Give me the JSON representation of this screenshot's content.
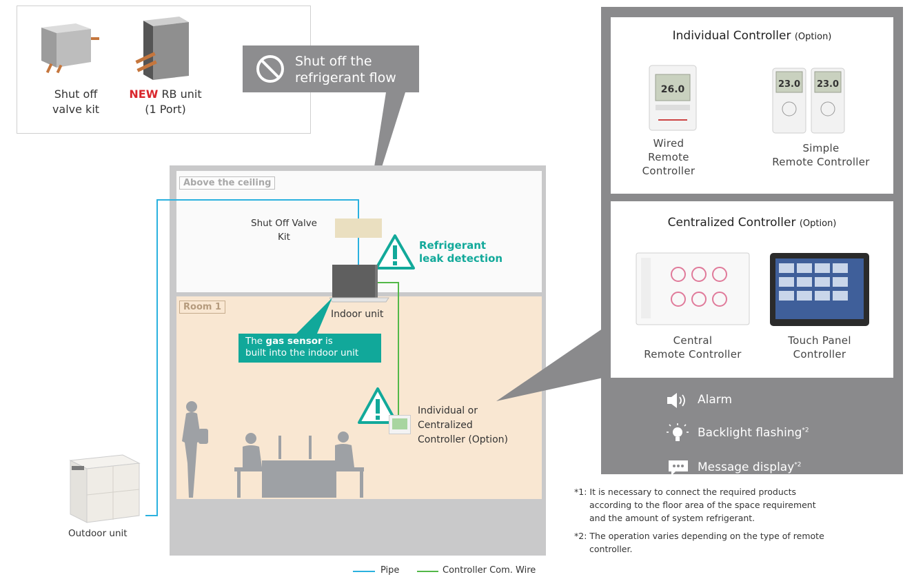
{
  "products": {
    "shut_off_valve_kit": "Shut off\nvalve kit",
    "rb_unit_new": "NEW",
    "rb_unit_name": "RB unit",
    "rb_unit_port": "(1 Port)"
  },
  "callout": {
    "line1": "Shut off the",
    "line2": "refrigerant flow",
    "icon": "prohibited-icon"
  },
  "zones": {
    "ceiling": "Above the ceiling",
    "room": "Room 1"
  },
  "labels": {
    "shut_off_valve_kit_line1": "Shut Off Valve",
    "shut_off_valve_kit_line2": "Kit",
    "leak_line1": "Refrigerant",
    "leak_line2": "leak detection",
    "indoor_unit": "Indoor unit",
    "sensor_pre": "The ",
    "sensor_bold": "gas sensor",
    "sensor_post": " is",
    "sensor_line2": "built into the indoor unit",
    "controller_line1": "Individual or",
    "controller_line2": "Centralized",
    "controller_line3": "Controller (Option)",
    "outdoor_unit": "Outdoor unit"
  },
  "legend": {
    "pipe": "Pipe",
    "wire": "Controller Com. Wire"
  },
  "panel": {
    "individual_title": "Individual Controller",
    "individual_option": "(Option)",
    "wired_line1": "Wired",
    "wired_line2": "Remote Controller",
    "simple_line1": "Simple",
    "simple_line2": "Remote Controller",
    "remote_display": "23.0",
    "wired_display": "26.0",
    "centralized_title": "Centralized Controller",
    "centralized_option": "(Option)",
    "central_line1": "Central",
    "central_line2": "Remote Controller",
    "touch_line1": "Touch Panel",
    "touch_line2": "Controller",
    "feature_alarm": "Alarm",
    "feature_backlight": "Backlight flashing",
    "feature_message": "Message display",
    "note_mark": "*2"
  },
  "footnotes": {
    "n1_line1": "*1: It is necessary to connect the required products",
    "n1_line2": "according to the floor area of the space requirement",
    "n1_line3": "and the amount of system refrigerant.",
    "n2_line1": "*2: The operation varies depending on the type of remote",
    "n2_line2": "controller."
  },
  "colors": {
    "pipe": "#2ab1df",
    "wire": "#52b848",
    "teal": "#12a99a",
    "new": "#d9262c",
    "panel": "#8a8a8c"
  }
}
